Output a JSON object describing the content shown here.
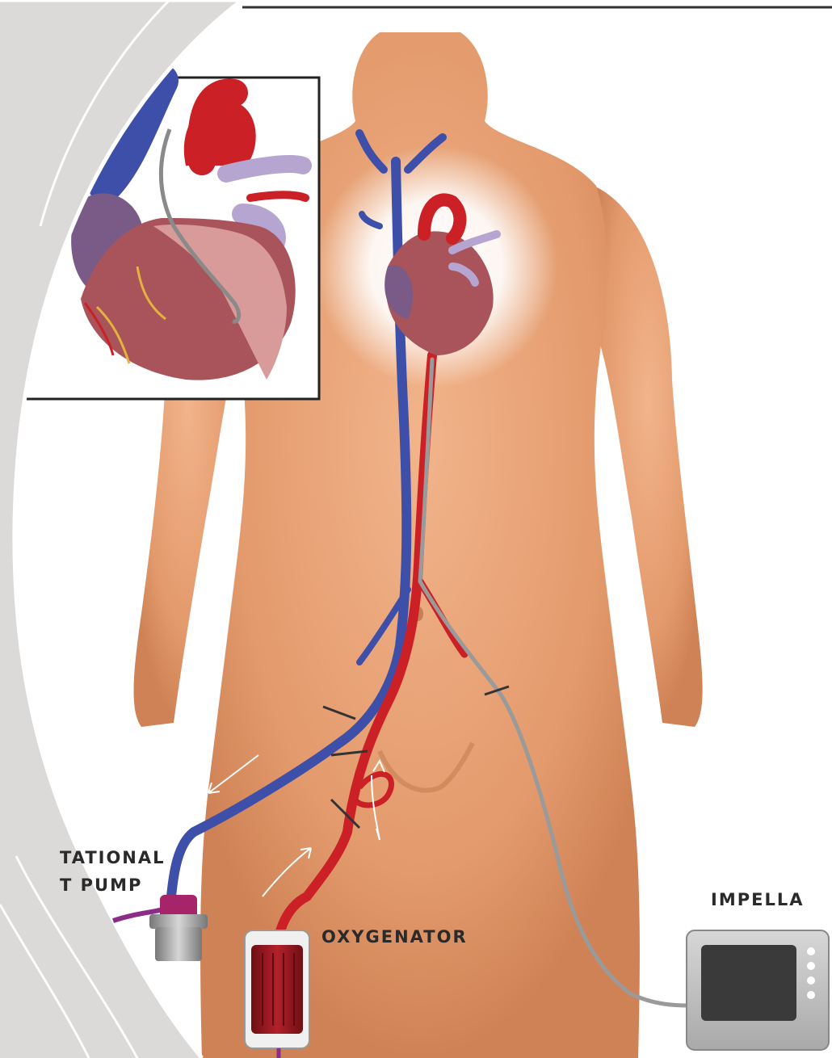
{
  "labels": {
    "pump_line1": "TATIONAL",
    "pump_line2": "T PUMP",
    "oxygenator": "OXYGENATOR",
    "impella": "IMPELLA"
  },
  "colors": {
    "skin": "#e8a275",
    "skin_shadow": "#c97f55",
    "vein_blue": "#3d4fa8",
    "artery_red": "#cc2027",
    "heart_muscle": "#a8545a",
    "heart_purple": "#7a5a86",
    "cannula_gray": "#8a8a8a",
    "slide_gray": "#d9d6d6",
    "frame": "#333333"
  },
  "icons": [
    "heart-inset-illustration",
    "torso-illustration",
    "rotational-pump-device",
    "oxygenator-device",
    "impella-console-device",
    "flow-arrow-icon"
  ]
}
